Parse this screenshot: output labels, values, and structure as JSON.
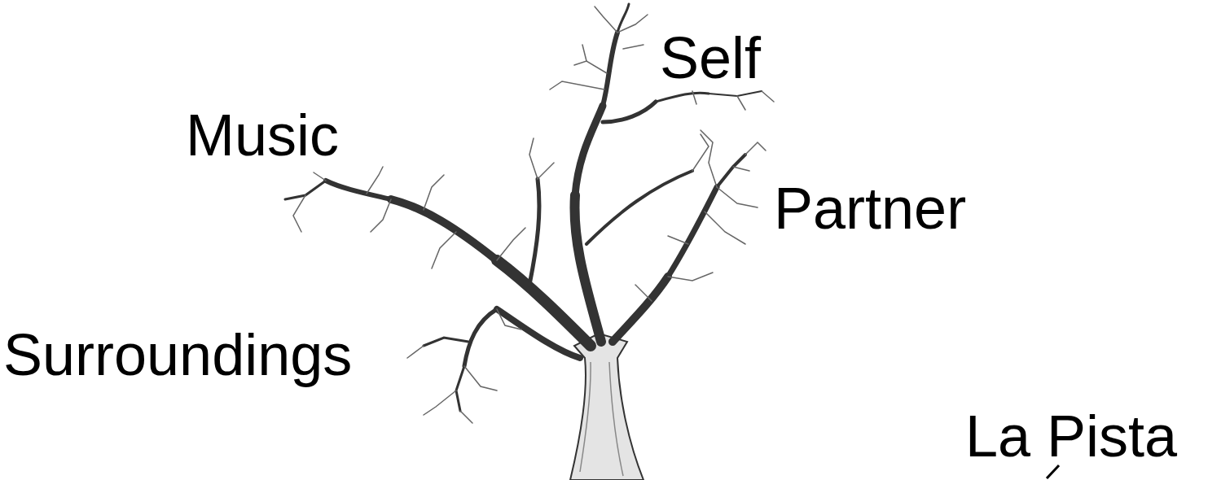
{
  "diagram": {
    "labels": [
      "Self",
      "Music",
      "Partner",
      "Surroundings",
      "La Pista"
    ]
  }
}
